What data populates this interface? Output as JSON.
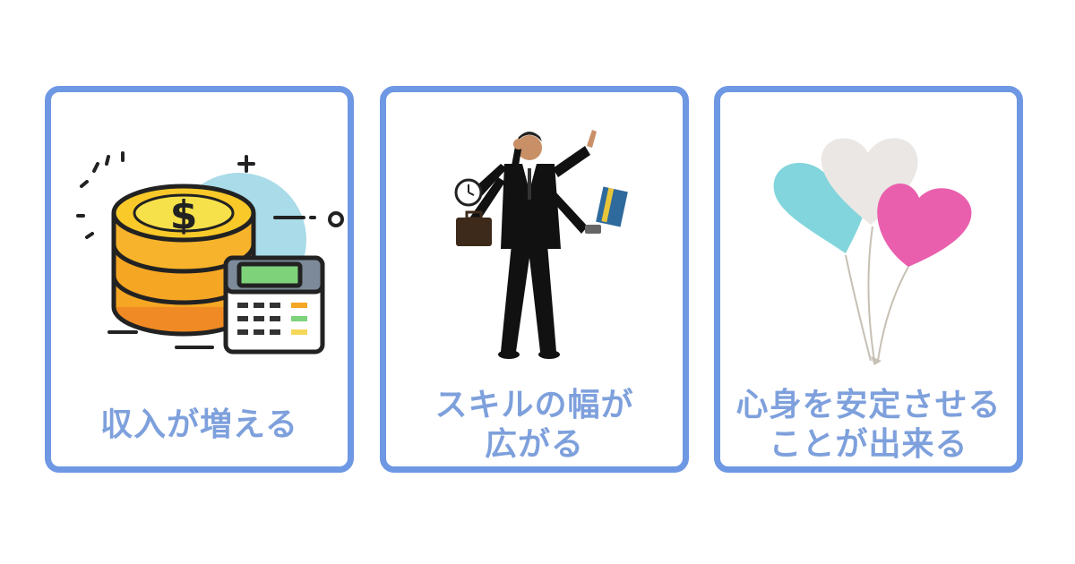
{
  "cards": [
    {
      "caption_lines": [
        "収入が増える"
      ],
      "icon": "coins-calculator-icon"
    },
    {
      "caption_lines": [
        "スキルの幅が",
        "広がる"
      ],
      "icon": "multitasking-businessman-icon"
    },
    {
      "caption_lines": [
        "心身を安定させる",
        "ことが出来る"
      ],
      "icon": "heart-balloons-icon"
    }
  ],
  "colors": {
    "card_border": "#6e98e3",
    "caption_text": "#7ea0dc"
  }
}
